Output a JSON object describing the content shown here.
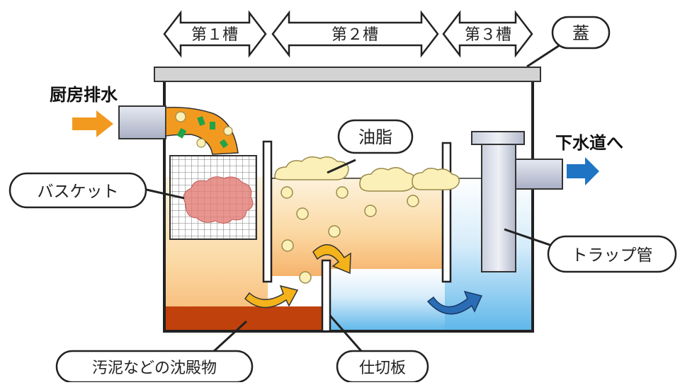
{
  "chambers": [
    {
      "label": "第１槽"
    },
    {
      "label": "第２槽"
    },
    {
      "label": "第３槽"
    }
  ],
  "labels": {
    "lid": "蓋",
    "inlet": "厨房排水",
    "outlet": "下水道へ",
    "grease": "油脂",
    "basket": "バスケット",
    "trap_pipe": "トラップ管",
    "sediment": "汚泥などの沈殿物",
    "partition": "仕切板"
  },
  "colors": {
    "inflow_arrow": "#f29a1f",
    "outflow_arrow": "#1f74c4",
    "sediment": "#c0410b",
    "clean_water": "#8ccaf0",
    "flow_arrow_warm": "#f4b21b",
    "flow_arrow_cool": "#2a6db5"
  }
}
